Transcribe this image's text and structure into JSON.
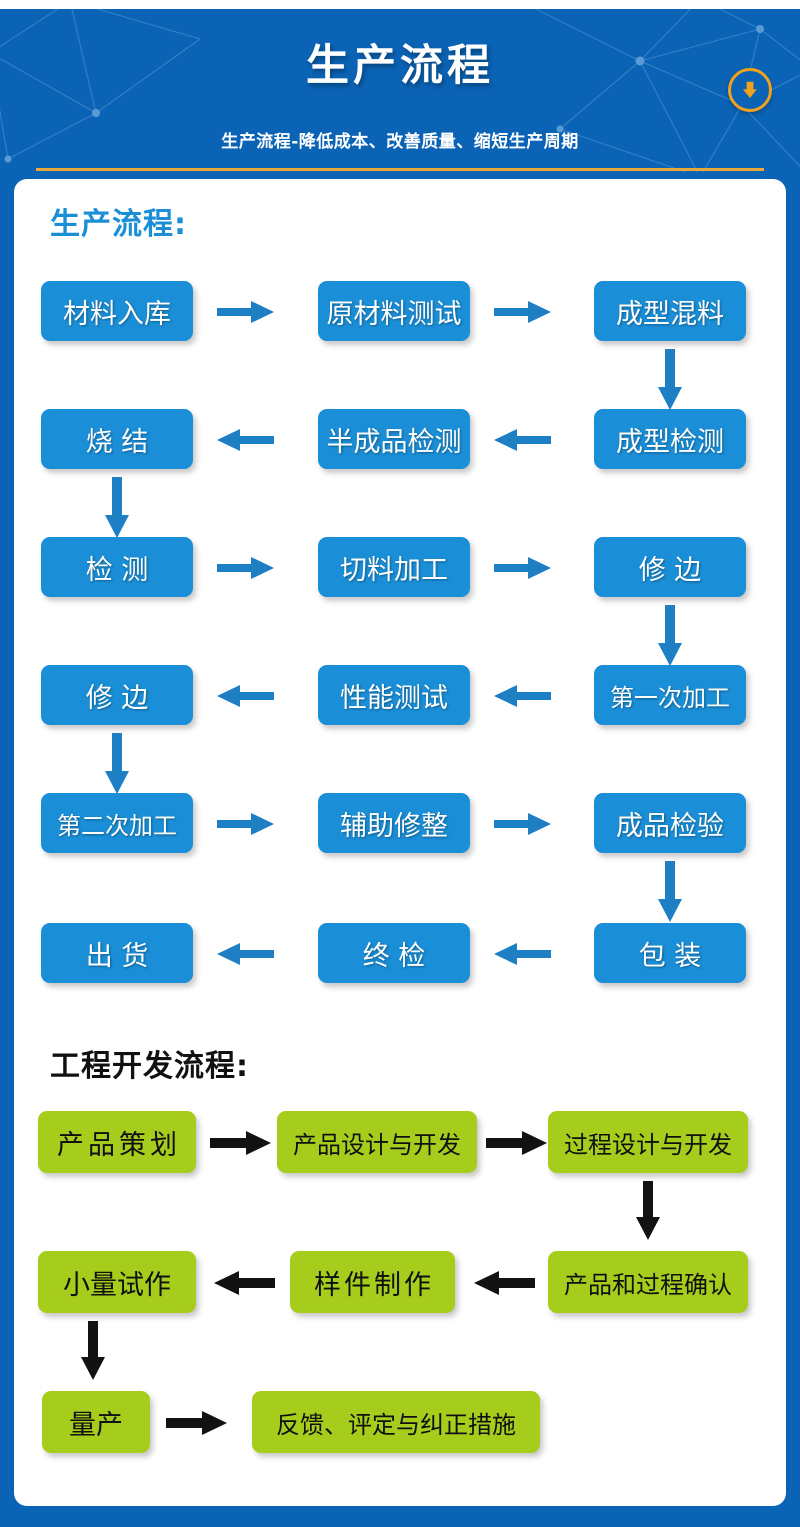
{
  "header": {
    "title": "生产流程",
    "subtitle": "生产流程-降低成本、改善质量、缩短生产周期",
    "badge_icon": "download-arrow-icon",
    "bg_color": "#0b63b5",
    "rule_color": "#e8a838",
    "badge_color": "#f0a11e"
  },
  "sections": [
    {
      "id": "production",
      "title": "生产流程:",
      "title_color": "#1a8ed6",
      "node_color": "#1a8ed6",
      "arrow_color": "#1f7fc4",
      "text_color": "#ffffff"
    },
    {
      "id": "engineering",
      "title": "工程开发流程:",
      "title_color": "#111111",
      "node_color": "#a7cd1c",
      "arrow_color": "#111111",
      "text_color": "#101010"
    }
  ],
  "production_nodes": {
    "n1": "材料入库",
    "n2": "原材料测试",
    "n3": "成型混料",
    "n4": "成型检测",
    "n5": "半成品检测",
    "n6": "烧 结",
    "n7": "检 测",
    "n8": "切料加工",
    "n9": "修 边",
    "n10": "第一次加工",
    "n11": "性能测试",
    "n12": "修 边",
    "n13": "第二次加工",
    "n14": "辅助修整",
    "n15": "成品检验",
    "n16": "包 装",
    "n17": "终 检",
    "n18": "出 货"
  },
  "engineering_nodes": {
    "e1": "产品策划",
    "e2": "产品设计与开发",
    "e3": "过程设计与开发",
    "e4": "产品和过程确认",
    "e5": "样件制作",
    "e6": "小量试作",
    "e7": "量产",
    "e8": "反馈、评定与纠正措施"
  },
  "flow_order": {
    "production": [
      "材料入库",
      "原材料测试",
      "成型混料",
      "成型检测",
      "半成品检测",
      "烧 结",
      "检 测",
      "切料加工",
      "修 边",
      "第一次加工",
      "性能测试",
      "修 边",
      "第二次加工",
      "辅助修整",
      "成品检验",
      "包 装",
      "终 检",
      "出 货"
    ],
    "engineering": [
      "产品策划",
      "产品设计与开发",
      "过程设计与开发",
      "产品和过程确认",
      "样件制作",
      "小量试作",
      "量产",
      "反馈、评定与纠正措施"
    ]
  }
}
